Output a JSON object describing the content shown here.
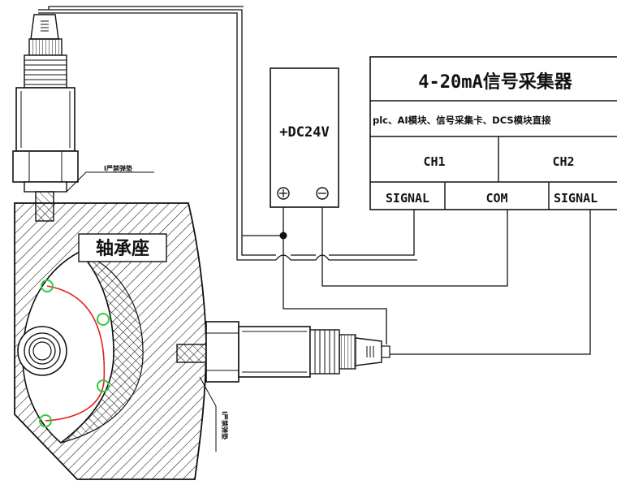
{
  "power": {
    "label": "+DC24V",
    "plus_symbol": "⊕",
    "minus_symbol": "⊖"
  },
  "collector": {
    "title": "4-20mA信号采集器",
    "subtitle": "plc、AI模块、信号采集卡、DCS模块直接",
    "channels": [
      "CH1",
      "CH2"
    ],
    "terminals": [
      "SIGNAL",
      "COM",
      "SIGNAL"
    ]
  },
  "bearing": {
    "label": "轴承座"
  },
  "gaskets": {
    "top": "Ⅰ严禁弹垫",
    "bottom": "Ⅰ严禁弹垫"
  },
  "colors": {
    "line": "#111111",
    "marker": "#2ecc40",
    "arc": "#e02020",
    "background": "#ffffff"
  }
}
